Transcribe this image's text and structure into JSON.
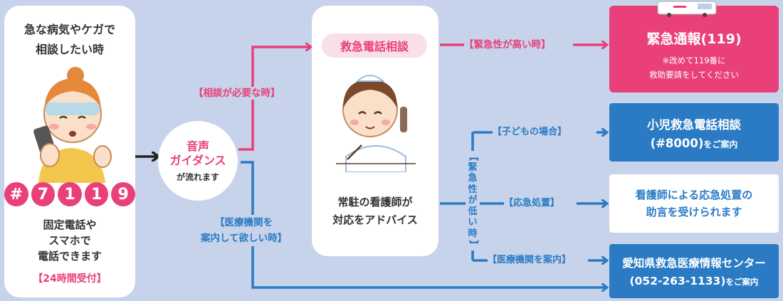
{
  "caller": {
    "top_text": [
      "急な病気やケガで",
      "相談したい時"
    ],
    "number_chars": [
      "#",
      "7",
      "1",
      "1",
      "9"
    ],
    "bottom_text": [
      "固定電話や",
      "スマホで",
      "電話できます"
    ],
    "hours": "【24時間受付】"
  },
  "voice": {
    "title_lines": [
      "音声",
      "ガイダンス"
    ],
    "sub": "が流れます"
  },
  "branch_labels": {
    "consult": "【相談が必要な時】",
    "medical": [
      "【医療機関を",
      "案内して欲しい時】"
    ],
    "urgent_high": "【緊急性が高い時】",
    "urgent_low": [
      "【",
      "緊",
      "急",
      "性",
      "が",
      "低",
      "い",
      "時",
      "】"
    ],
    "child": "【子どもの場合】",
    "first_aid": "【応急処置】",
    "hospital": "【医療機関を案内】"
  },
  "center": {
    "badge": "救急電話相談",
    "desc": [
      "常駐の看護師が",
      "対応をアドバイス"
    ]
  },
  "outcomes": {
    "emergency": {
      "title": "緊急通報(119)",
      "sub": [
        "※改めて119番に",
        "救助要請をしてください"
      ]
    },
    "child": {
      "title": "小児救急電話相談",
      "number": "(#8000)",
      "suffix": "をご案内"
    },
    "first_aid": {
      "lines": [
        "看護師による応急処置の",
        "助言を受けられます"
      ]
    },
    "hospital": {
      "title": "愛知県救急医療情報センター",
      "number": "(052-263-1133)",
      "suffix": "をご案内"
    }
  },
  "colors": {
    "pink": "#e9407a",
    "blue": "#2a7bc4",
    "background": "#c6d3ea",
    "badge_bg": "#f9dfe7"
  }
}
